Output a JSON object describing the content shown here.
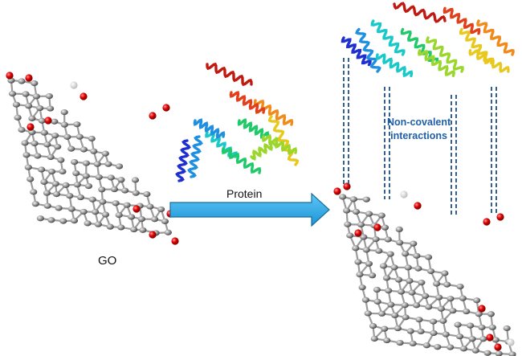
{
  "labels": {
    "go": "GO",
    "protein": "Protein",
    "interactions_line1": "Non-covalent",
    "interactions_line2": "interactions"
  },
  "colors": {
    "arrow_fill": "#29a8e6",
    "arrow_stroke": "#1a6e9a",
    "carbon_atom": "#8a8a8a",
    "oxygen_atom": "#d50000",
    "dashed_line": "#1f4f85",
    "interaction_text": "#1f5fa8",
    "helix_palette": [
      "#1f2fd0",
      "#1f8fe0",
      "#19c9c9",
      "#22c96a",
      "#9ad62c",
      "#e8c81d",
      "#f08a1a",
      "#e0401a",
      "#c01a10"
    ]
  },
  "icons": {
    "go_sheet": "graphene-oxide-sheet-icon",
    "protein": "protein-ribbon-icon",
    "arrow": "right-arrow-icon"
  }
}
